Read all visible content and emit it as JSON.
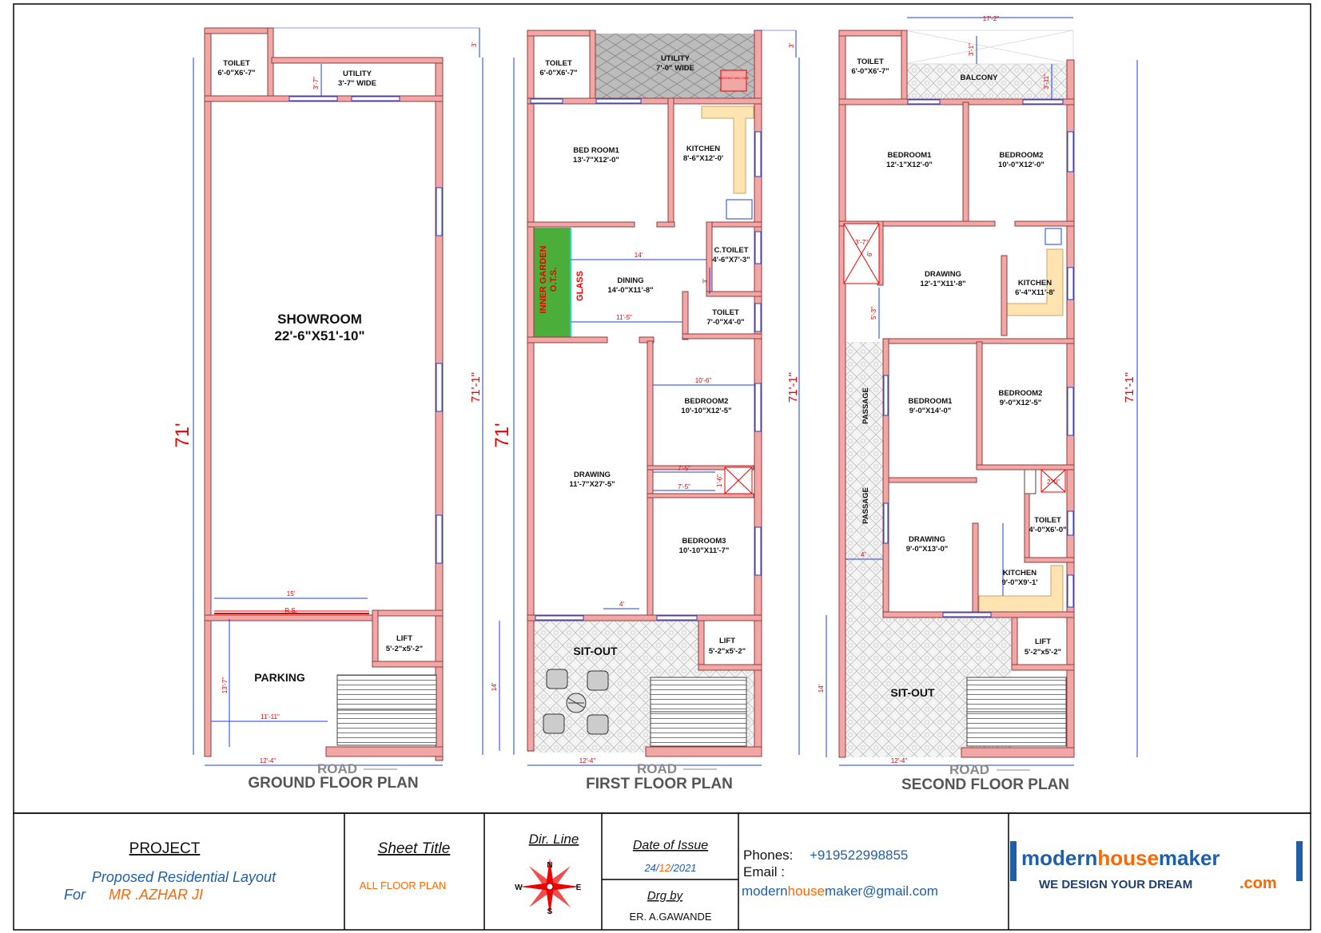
{
  "ground_floor": {
    "title": "GROUND FLOOR PLAN",
    "road": "ROAD",
    "rooms": {
      "toilet_name": "TOILET",
      "toilet_size": "6'-0\"X6'-7\"",
      "utility_name": "UTILITY",
      "utility_size": "3'-7\" WIDE",
      "showroom_name": "SHOWROOM",
      "showroom_size": "22'-6\"X51'-10\"",
      "parking_name": "PARKING",
      "lift_name": "LIFT",
      "lift_size": "5'-2\"x5'-2\""
    },
    "dims": {
      "total_length": "71'",
      "right_length": "71'-1\"",
      "top_offset": "3'",
      "rs_width": "15'",
      "rs_label": "R.S.",
      "parking_depth": "13'-7\"",
      "parking_width": "11'-11\"",
      "bottom_width": "12'-4\"",
      "utility_dim": "3'-7\""
    }
  },
  "first_floor": {
    "title": "FIRST FLOOR PLAN",
    "road": "ROAD",
    "rooms": {
      "toilet_name": "TOILET",
      "toilet_size": "6'-0\"X6'-7\"",
      "utility_name": "UTILITY",
      "utility_size": "7'-0\" WIDE",
      "washing_label": "WASHING MACHINE",
      "bedroom1_name": "BED ROOM1",
      "bedroom1_size": "13'-7\"X12'-0\"",
      "kitchen_name": "KITCHEN",
      "kitchen_size": "8'-6\"X12'-0'",
      "garden_name": "INNER GARDEN",
      "ots_label": "O.T.S.",
      "glass_label": "GLASS",
      "dining_name": "DINING",
      "dining_size": "14'-0\"X11'-8\"",
      "ctoilet_name": "C.TOILET",
      "ctoilet_size": "4'-6\"X7'-3\"",
      "toilet2_name": "TOILET",
      "toilet2_size": "7'-0\"X4'-0\"",
      "bedroom2_name": "BEDROOM2",
      "bedroom2_size": "10'-10\"X12'-5\"",
      "drawing_name": "DRAWING",
      "drawing_size": "11'-7\"X27'-5\"",
      "bedroom3_name": "BEDROOM3",
      "bedroom3_size": "10'-10\"X11'-7\"",
      "sitout_name": "SIT-OUT",
      "lift_name": "LIFT",
      "lift_size": "5'-2\"x5'-2\""
    },
    "dims": {
      "total_length": "71'",
      "right_length": "71'-1\"",
      "top_offset": "3'",
      "dining_w1": "14'",
      "dining_w2": "11'-5\"",
      "ctoilet_gap": "3'",
      "bed2_w": "10'-6\"",
      "pass_w1": "7'-5\"",
      "pass_w2": "7'-5\"",
      "pass_h": "1'-6\"",
      "door_w": "4'",
      "sitout_depth": "14'",
      "bottom_width": "12'-4\""
    }
  },
  "second_floor": {
    "title": "SECOND FLOOR PLAN",
    "road": "ROAD",
    "rooms": {
      "toilet_name": "TOILET",
      "toilet_size": "6'-0\"X6'-7\"",
      "balcony_name": "BALCONY",
      "bedroom1_name": "BEDROOM1",
      "bedroom1_size": "12'-1\"X12'-0\"",
      "bedroom2_name": "BEDROOM2",
      "bedroom2_size": "10'-0\"X12'-0\"",
      "drawing_name": "DRAWING",
      "drawing_size": "12'-1\"X11'-8\"",
      "kitchen_name": "KITCHEN",
      "kitchen_size": "6'-4\"X11'-8'",
      "passage_name": "PASSAGE",
      "bedroom1b_name": "BEDROOM1",
      "bedroom1b_size": "9'-0\"X14'-0\"",
      "bedroom2b_name": "BEDROOM2",
      "bedroom2b_size": "9'-0\"X12'-5\"",
      "toilet2_name": "TOILET",
      "toilet2_size": "4'-0\"X6'-0\"",
      "drawing2_name": "DRAWING",
      "drawing2_size": "9'-0\"X13'-0\"",
      "kitchen2_name": "KITCHEN",
      "kitchen2_size": "9'-0\"X9'-1'",
      "sitout_name": "SIT-OUT",
      "lift_name": "LIFT",
      "lift_size": "5'-2\"x5'-2\""
    },
    "dims": {
      "top_width": "17'-2\"",
      "balcony_d1": "3'-1\"",
      "balcony_d2": "3'-11\"",
      "right_length": "71'-1\"",
      "duct_w": "3'-7\"",
      "duct_h": "6'",
      "passage_h": "5'-3\"",
      "passage_w": "4'",
      "sitout_depth": "14'",
      "bottom_width": "12'-4\"",
      "kitchen_gap": "2'-0\""
    }
  },
  "title_block": {
    "project_heading": "PROJECT",
    "project_line1": "Proposed Residential Layout",
    "project_line2_prefix": "For",
    "client": "MR .AZHAR JI",
    "sheet_title_heading": "Sheet Title",
    "sheet_title": "ALL FLOOR PLAN",
    "dir_heading": "Dir. Line",
    "compass_n": "N",
    "compass_e": "E",
    "compass_s": "S",
    "compass_w": "W",
    "date_heading": "Date of Issue",
    "date_day": "24/",
    "date_month": "12",
    "date_year": "/2021",
    "drg_heading": "Drg by",
    "drg_name": "ER. A.GAWANDE",
    "phones_label": "Phones:",
    "phone": "+919522998855",
    "email_label": "Email :",
    "email_part1": "modern",
    "email_part2": "house",
    "email_part3": "maker@gmail.com",
    "logo_part1": "modern",
    "logo_part2": "house",
    "logo_part3": "maker",
    "logo_tagline": "WE DESIGN YOUR DREAM",
    "logo_com": ".com"
  },
  "colors": {
    "wall": "#f2a6a6",
    "wall_stroke": "#8a3f3f",
    "dim": "#1f3fe0",
    "garden": "#4cae3a",
    "kitchen_counter": "#ffe3b0",
    "utility_tile": "#b5b5b5",
    "accent_blue": "#1f5fa8",
    "accent_orange": "#ff6600"
  }
}
